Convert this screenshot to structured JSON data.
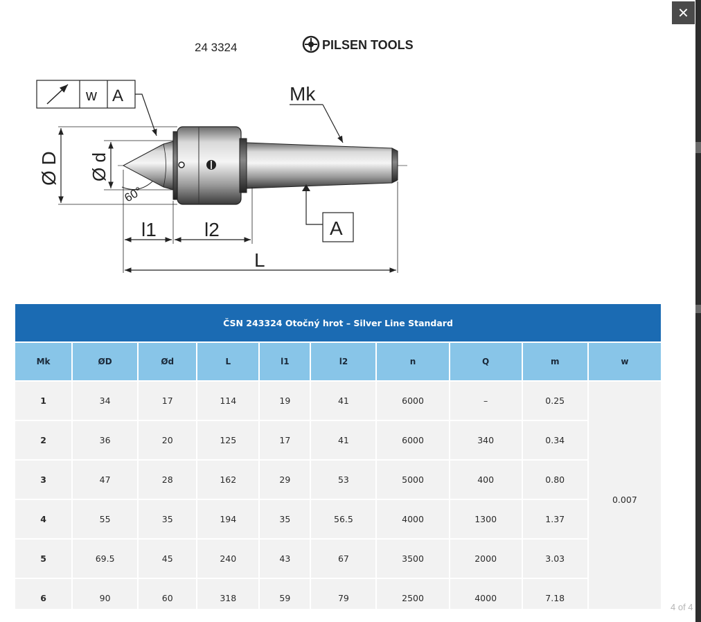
{
  "header": {
    "code": "24 3324",
    "brand": "PILSEN TOOLS"
  },
  "drawing": {
    "tolerance_w": "w",
    "tolerance_ref": "A",
    "label_mk": "Mk",
    "label_D": "Ø D",
    "label_d": "Ø d",
    "label_angle": "60°",
    "label_l1": "l1",
    "label_l2": "l2",
    "label_L": "L",
    "label_datum": "A"
  },
  "table": {
    "title": "ČSN 243324 Otočný hrot – Silver Line Standard",
    "columns": [
      "Mk",
      "ØD",
      "Ød",
      "L",
      "l1",
      "l2",
      "n",
      "Q",
      "m",
      "w"
    ],
    "rows": [
      [
        "1",
        "34",
        "17",
        "114",
        "19",
        "41",
        "6000",
        "–",
        "0.25"
      ],
      [
        "2",
        "36",
        "20",
        "125",
        "17",
        "41",
        "6000",
        "340",
        "0.34"
      ],
      [
        "3",
        "47",
        "28",
        "162",
        "29",
        "53",
        "5000",
        "400",
        "0.80"
      ],
      [
        "4",
        "55",
        "35",
        "194",
        "35",
        "56.5",
        "4000",
        "1300",
        "1.37"
      ],
      [
        "5",
        "69.5",
        "45",
        "240",
        "43",
        "67",
        "3500",
        "2000",
        "3.03"
      ],
      [
        "6",
        "90",
        "60",
        "318",
        "59",
        "79",
        "2500",
        "4000",
        "7.18"
      ]
    ],
    "w_value": "0.007"
  },
  "viewer": {
    "close_label": "×",
    "page_counter": "4 of 4"
  },
  "colors": {
    "title_bg": "#1b6bb3",
    "header_bg": "#88c5e8",
    "cell_bg": "#f2f2f2"
  }
}
